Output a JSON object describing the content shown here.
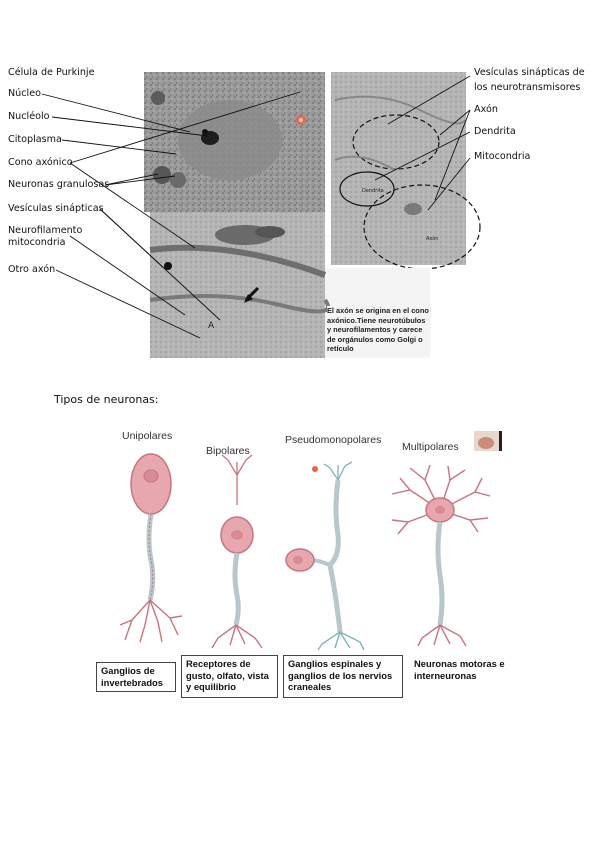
{
  "micrograph_labels_left": [
    "Célula de Purkinje",
    "Núcleo",
    "Nucléolo",
    "Citoplasma",
    "Cono axónico",
    "Neuronas granulosas",
    "Vesículas sinápticas",
    "Neurofilamento",
    "mitocondria",
    "Otro axón"
  ],
  "micrograph_labels_right": [
    "Vesículas sinápticas de",
    "los neurotransmisores",
    "Axón",
    "Dendrita",
    "Mitocondria"
  ],
  "micrograph_inset_labels": {
    "dendrite": "Dendrita",
    "axon": "Axón",
    "letter_a": "A"
  },
  "micrograph_caption": "El axón se origina en el cono axónico.Tiene neurotúbulos y neurofilamentos y carece de orgánulos como Golgi o retículo",
  "section_title": "Tipos de neuronas:",
  "neuron_types": [
    {
      "title": "Unipolares",
      "description": "Ganglios de invertebrados"
    },
    {
      "title": "Bipolares",
      "description": "Receptores de gusto, olfato, vista y equilibrio"
    },
    {
      "title": "Pseudomonopolares",
      "description": "Ganglios espinales y ganglios de los nervios craneales"
    },
    {
      "title": "Multipolares",
      "description": "Neuronas motoras e interneuronas"
    }
  ],
  "colors": {
    "soma": "#e6a8ae",
    "soma_dark": "#c9737e",
    "nucleus": "#d98b95",
    "axon": "#b7c7cc",
    "micrograph_bg": "#8f8f8f"
  }
}
